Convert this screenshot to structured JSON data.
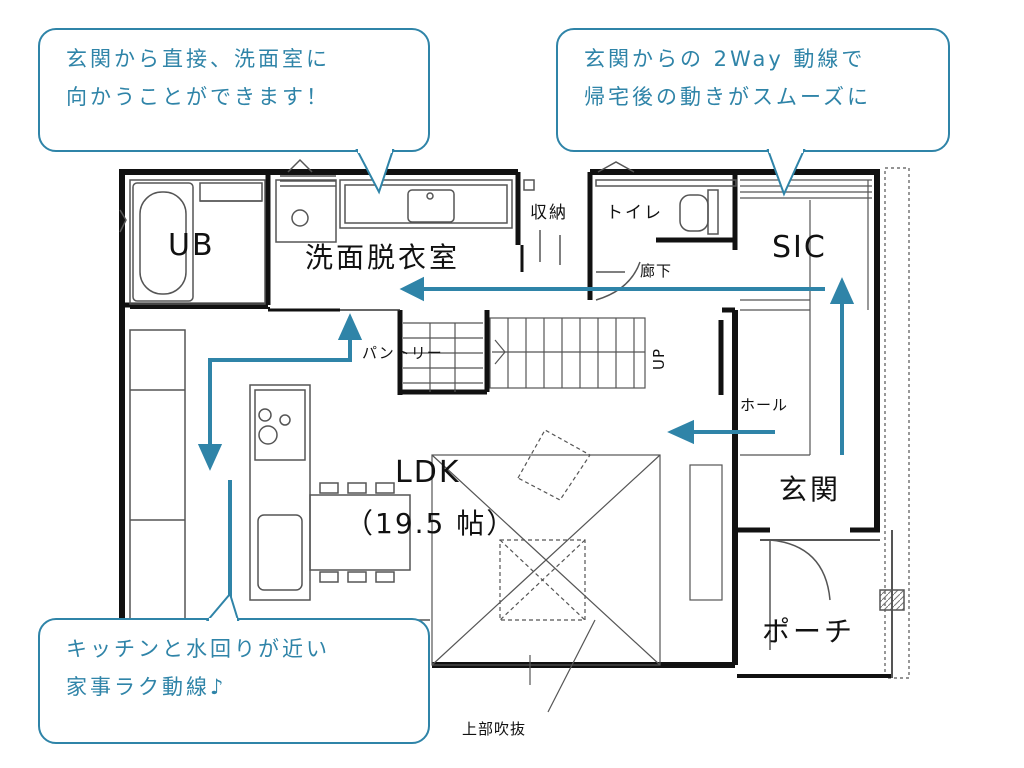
{
  "callouts": {
    "entrance_to_washroom": [
      "玄関から直接、洗面室に",
      "向かうことができます！"
    ],
    "two_way_flow": [
      "玄関からの 2Way 動線で",
      "帰宅後の動きがスムーズに"
    ],
    "kitchen_flow": [
      "キッチンと水回りが近い",
      "家事ラク動線♪"
    ]
  },
  "rooms": {
    "ub": "UB",
    "washroom": "洗面脱衣室",
    "storage": "収納",
    "toilet": "トイレ",
    "corridor": "廊下",
    "sic": "SIC",
    "pantry": "パントリー",
    "stairs_up": "UP",
    "hall": "ホール",
    "ldk": "LDK",
    "ldk_size": "（19.5 帖）",
    "genkan": "玄関",
    "porch": "ポーチ",
    "void_above": "上部吹抜"
  },
  "colors": {
    "accent": "#2f84a8",
    "wall": "#111111",
    "line": "#555555"
  }
}
